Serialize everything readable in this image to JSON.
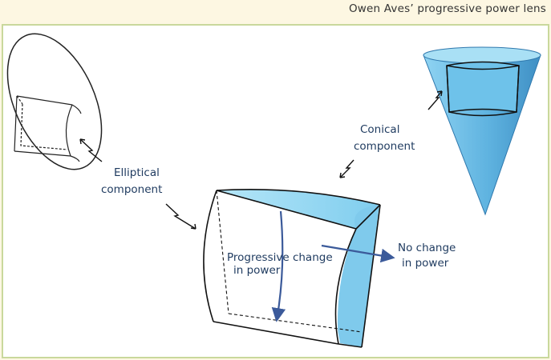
{
  "caption": "Owen Aves’ progressive power lens",
  "labels": {
    "elliptical_line1": "Elliptical",
    "elliptical_line2": "component",
    "conical_line1": "Conical",
    "conical_line2": "component",
    "progressive_line1": "Progressive change",
    "progressive_line2": "in power",
    "nochange_line1": "No change",
    "nochange_line2": "in power"
  },
  "colors": {
    "lens_fill": "#8fd3ee",
    "cone_fill": "#5fb3e0",
    "arrow": "#3b5a9a",
    "panel_border": "#c9d89c",
    "background": "#fdf7e2"
  }
}
